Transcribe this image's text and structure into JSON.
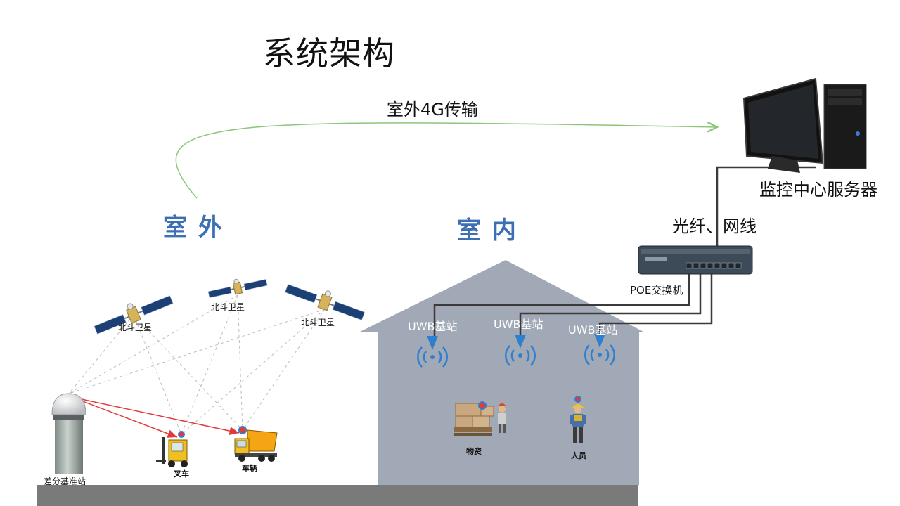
{
  "title": "系统架构",
  "regions": {
    "outdoor": "室 外",
    "indoor": "室 内"
  },
  "links": {
    "outdoor_4g": "室外4G传输",
    "fiber": "光纤、网线"
  },
  "server": {
    "label": "监控中心服务器"
  },
  "switch": {
    "label": "POE交换机"
  },
  "satellites": [
    {
      "label": "北斗卫星"
    },
    {
      "label": "北斗卫星"
    },
    {
      "label": "北斗卫星"
    }
  ],
  "base_station": {
    "label": "差分基准站"
  },
  "vehicles": [
    {
      "label": "叉车"
    },
    {
      "label": "车辆"
    }
  ],
  "uwb_stations": [
    {
      "label": "UWB基站"
    },
    {
      "label": "UWB基站"
    },
    {
      "label": "UWB基站"
    }
  ],
  "indoor_items": [
    {
      "label": "物资"
    },
    {
      "label": "人员"
    }
  ],
  "colors": {
    "accent_blue": "#3d6fb4",
    "arc_green": "#8cc67a",
    "building": "#a2a9b6",
    "ground": "#7a7a7a",
    "signal_red": "#e23a3a",
    "uwb_blue": "#2f7fd0"
  },
  "icons": {
    "satellite": "satellite-icon",
    "server": "computer-icon",
    "switch": "network-switch-icon",
    "base": "gnss-base-station-icon",
    "forklift": "forklift-icon",
    "truck": "dump-truck-icon",
    "uwb": "antenna-wifi-icon",
    "boxes": "cargo-boxes-icon",
    "worker": "worker-icon"
  }
}
